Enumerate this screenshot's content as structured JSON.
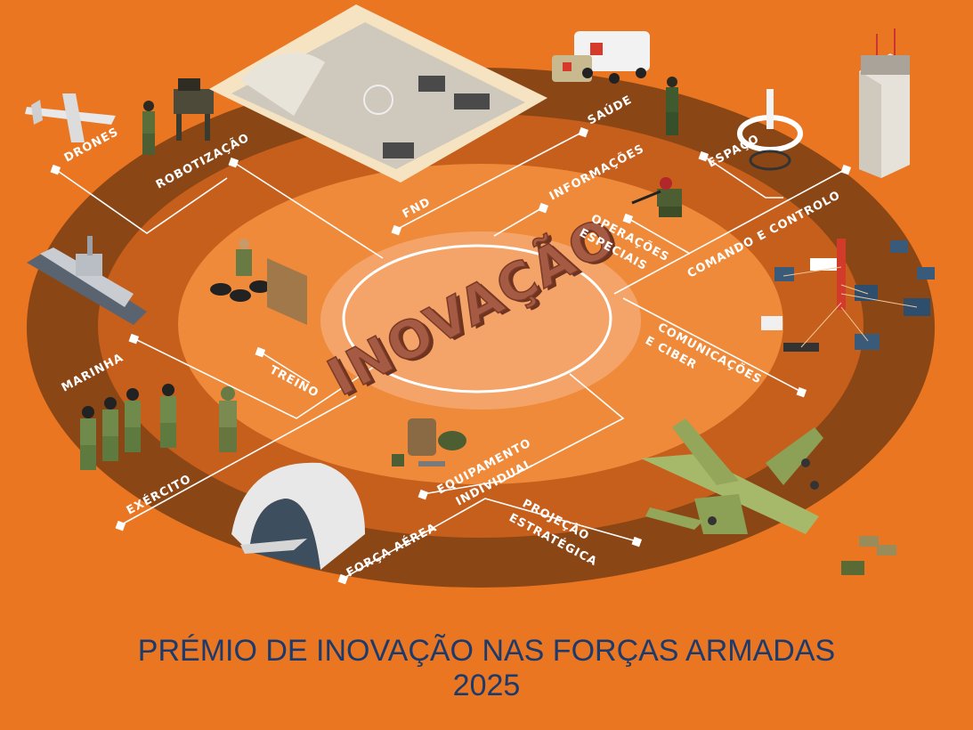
{
  "center_word": "INOVAÇÃO",
  "labels": {
    "drones": "DRONES",
    "robotizacao": "ROBOTIZAÇÃO",
    "fnd": "FND",
    "saude": "SAÚDE",
    "informacoes": "INFORMAÇÕES",
    "espaco": "ESPAÇO",
    "operacoes_l1": "OPERAÇÕES",
    "operacoes_l2": "ESPECIAIS",
    "comando": "COMANDO E CONTROLO",
    "comunicacoes_l1": "COMUNICAÇÕES",
    "comunicacoes_l2": "E CIBER",
    "marinha": "MARINHA",
    "treino": "TREINO",
    "exercito": "EXÉRCITO",
    "equipamento_l1": "EQUIPAMENTO",
    "equipamento_l2": "INDIVIDUAL",
    "projecao_l1": "PROJEÇÃO",
    "projecao_l2": "ESTRATÉGICA",
    "forca_aerea": "FORÇA AÉREA"
  },
  "title": {
    "line1": "PRÉMIO DE INOVAÇÃO NAS FORÇAS ARMADAS",
    "line2": "2025"
  },
  "colors": {
    "background": "#ea7622",
    "outer_ring": "#8b4616",
    "middle_ring": "#c65e1c",
    "inner_ring": "#ef8a3a",
    "center_disc": "#f4a56a",
    "title_text": "#1c3a6b"
  }
}
